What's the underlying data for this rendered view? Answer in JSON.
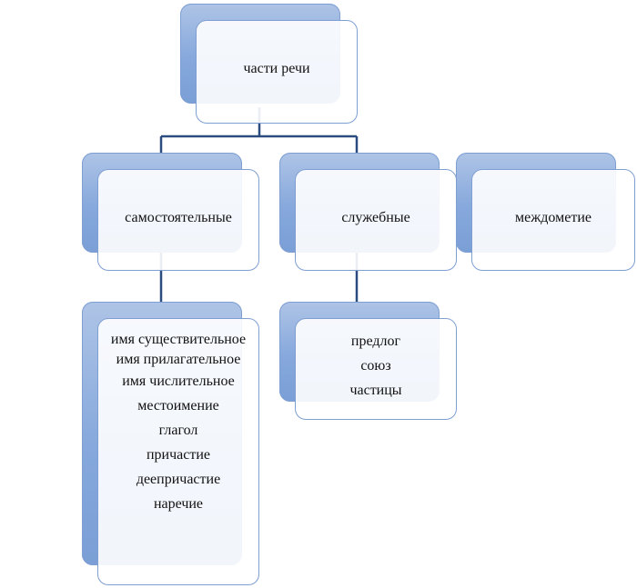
{
  "diagram": {
    "root": {
      "label": "части речи"
    },
    "categories": [
      {
        "label": "самостоятельные"
      },
      {
        "label": "служебные"
      },
      {
        "label": "междометие"
      }
    ],
    "independent_items": [
      "имя существительное",
      "имя прилагательное",
      "имя числительное",
      "местоимение",
      "глагол",
      "причастие",
      "деепричастие",
      "наречие"
    ],
    "auxiliary_items": [
      "предлог",
      "союз",
      "частицы"
    ]
  },
  "colors": {
    "connector": "#2b4c7e",
    "box_back": "#86a8dc",
    "box_border": "#7f9fd2"
  }
}
